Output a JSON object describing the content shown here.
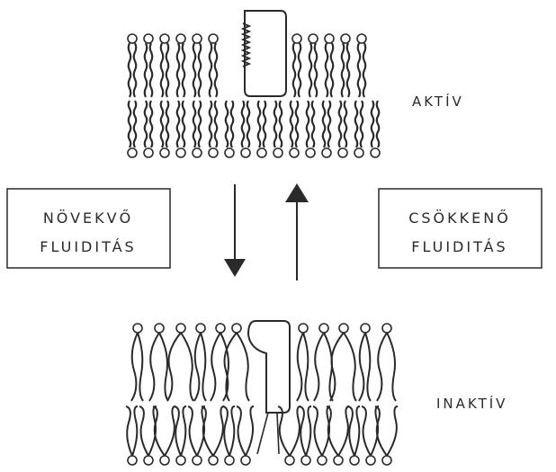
{
  "states": {
    "active": {
      "label": "AKTÍV"
    },
    "inactive": {
      "label": "INAKTÍV"
    }
  },
  "transitions": {
    "increasing": {
      "line1": "NÖVEKVŐ",
      "line2": "FLUIDITÁS"
    },
    "decreasing": {
      "line1": "CSÖKKENŐ",
      "line2": "FLUIDITÁS"
    }
  },
  "colors": {
    "ink": "#2a2a2a",
    "paper": "#ffffff"
  }
}
